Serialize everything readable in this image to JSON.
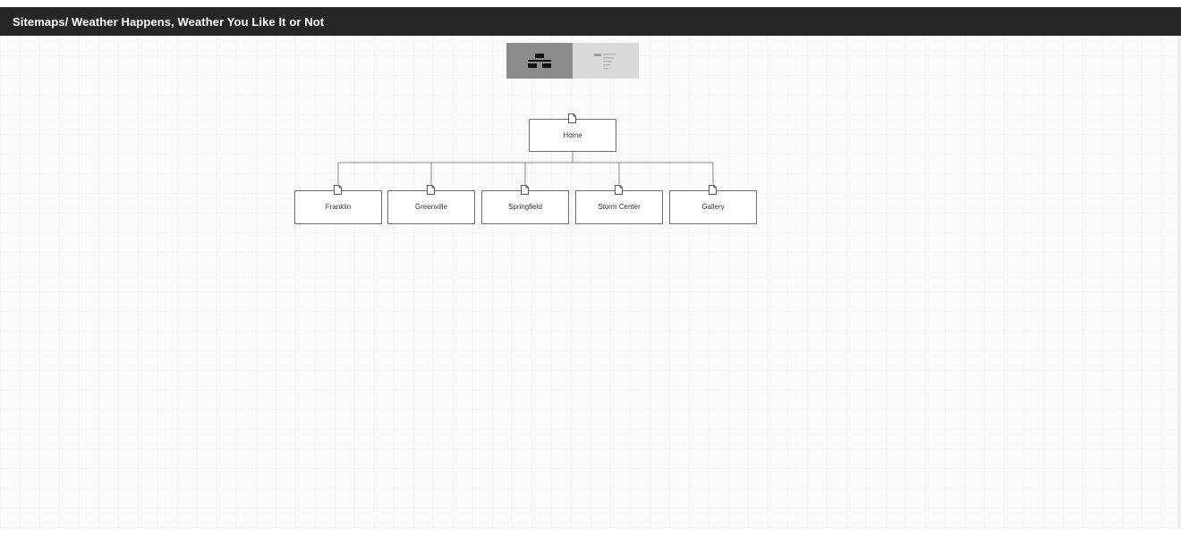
{
  "window": {
    "title": "Sitemaps/ Weather Happens, Weather You Like It or Not"
  },
  "view_toggle": {
    "options": [
      {
        "icon": "tree-view-icon",
        "selected": true
      },
      {
        "icon": "list-view-icon",
        "selected": false
      }
    ]
  },
  "sitemap": {
    "root": {
      "label": "Home",
      "icon": "page-icon"
    },
    "children": [
      {
        "label": "Franklin",
        "icon": "page-icon"
      },
      {
        "label": "Greenville",
        "icon": "page-icon"
      },
      {
        "label": "Springfield",
        "icon": "page-icon"
      },
      {
        "label": "Storm Center",
        "icon": "page-icon"
      },
      {
        "label": "Gallery",
        "icon": "page-icon"
      }
    ]
  },
  "colors": {
    "title_bar": "#262626",
    "title_text": "#ffffff",
    "toggle_active": "#8c8c8c",
    "toggle_inactive": "#dadada",
    "node_border": "#6f6f6f",
    "connector": "#888888"
  }
}
